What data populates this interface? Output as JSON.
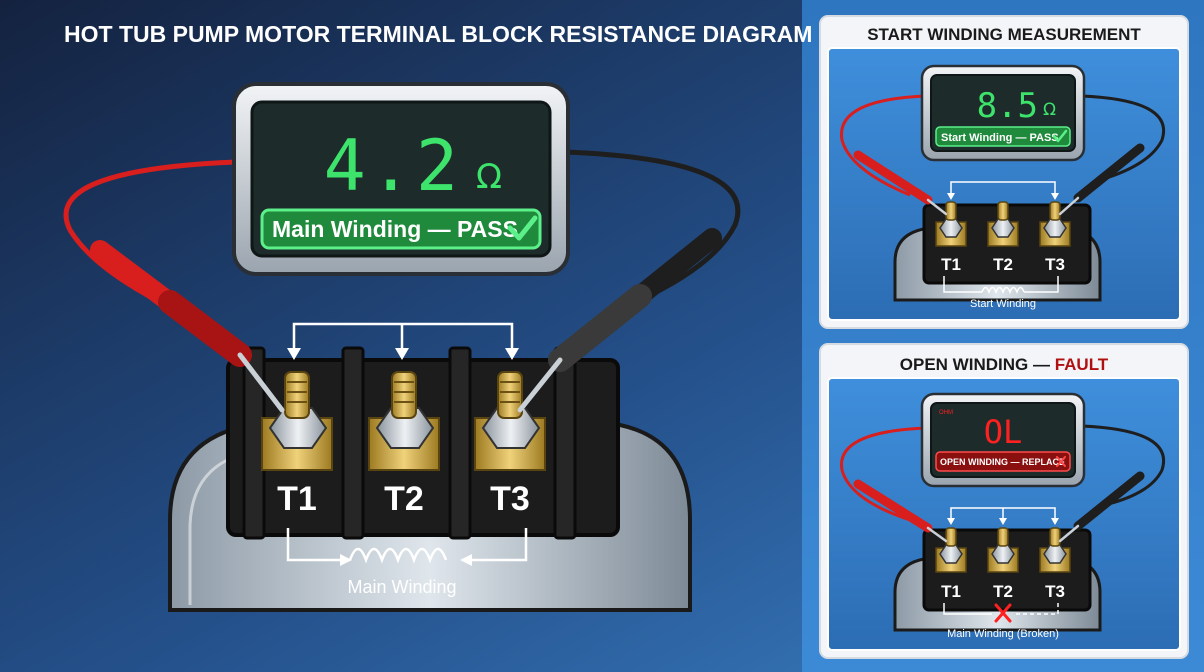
{
  "title": "HOT TUB PUMP MOTOR TERMINAL BLOCK RESISTANCE DIAGRAM",
  "colors": {
    "pass_green": "#3de36b",
    "fail_red": "#ff2020",
    "probe_red": "#d91e1e",
    "probe_black": "#1e1e1e",
    "brass": "#c9a33b"
  },
  "main": {
    "meter_reading": "4.2",
    "meter_unit": "Ω",
    "status": "Main Winding — PASS",
    "status_icon": "check-icon",
    "terminals": [
      "T1",
      "T2",
      "T3"
    ],
    "winding_label": "Main Winding"
  },
  "start_panel": {
    "title": "START WINDING MEASUREMENT",
    "meter_reading": "8.5",
    "meter_unit": "Ω",
    "status": "Start Winding — PASS",
    "status_icon": "check-icon",
    "terminals": [
      "T1",
      "T2",
      "T3"
    ],
    "winding_label": "Start Winding"
  },
  "fault_panel": {
    "title_prefix": "OPEN WINDING — ",
    "title_fault": "FAULT",
    "meter_reading": "OL",
    "meter_corner_label": "OHM",
    "status": "OPEN WINDING — REPLACE",
    "status_icon": "x-icon",
    "terminals": [
      "T1",
      "T2",
      "T3"
    ],
    "winding_label": "Main Winding (Broken)"
  }
}
